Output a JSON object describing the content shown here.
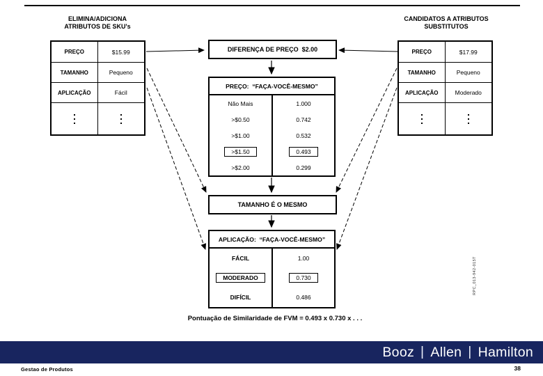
{
  "slide": {
    "left_table": {
      "title_line1": "ELIMINA/ADICIONA",
      "title_line2": "ATRIBUTOS DE SKU's",
      "rows": [
        {
          "label": "PREÇO",
          "value": "$15.99"
        },
        {
          "label": "TAMANHO",
          "value": "Pequeno"
        },
        {
          "label": "APLICAÇÃO",
          "value": "Fácil"
        }
      ]
    },
    "right_table": {
      "title_line1": "CANDIDATOS A ATRIBUTOS",
      "title_line2": "SUBSTITUTOS",
      "rows": [
        {
          "label": "PREÇO",
          "value": "$17.99"
        },
        {
          "label": "TAMANHO",
          "value": "Pequeno"
        },
        {
          "label": "APLICAÇÃO",
          "value": "Moderado"
        }
      ]
    },
    "price_diff_box": "DIFERENÇA DE PREÇO  $2.00",
    "price_table": {
      "header": "PREÇO:  “FAÇA-VOCÊ-MESMO”",
      "rows": [
        [
          "Não Mais",
          "1.000"
        ],
        [
          ">$0.50",
          "0.742"
        ],
        [
          ">$1.00",
          "0.532"
        ],
        [
          ">$1.50",
          "0.493"
        ],
        [
          ">$2.00",
          "0.299"
        ]
      ],
      "highlight_row": 3
    },
    "size_box": "TAMANHO É O MESMO",
    "application_table": {
      "header": "APLICAÇÃO:  “FAÇA-VOCÊ-MESMO”",
      "rows": [
        [
          "FÁCIL",
          "1.00"
        ],
        [
          "MODERADO",
          "0.730"
        ],
        [
          "DIFÍCIL",
          "0.486"
        ]
      ],
      "highlight_row": 1
    },
    "caption": "Pontuação de Similaridade de FVM = 0.493 x 0.730 x . . .",
    "side_label": "RPC_013-942-015T"
  },
  "footer": {
    "logo": [
      "Booz",
      "Allen",
      "Hamilton"
    ],
    "left_text": "Gestao de Produtos",
    "page_number": "38",
    "bar_color": "#18255f"
  }
}
